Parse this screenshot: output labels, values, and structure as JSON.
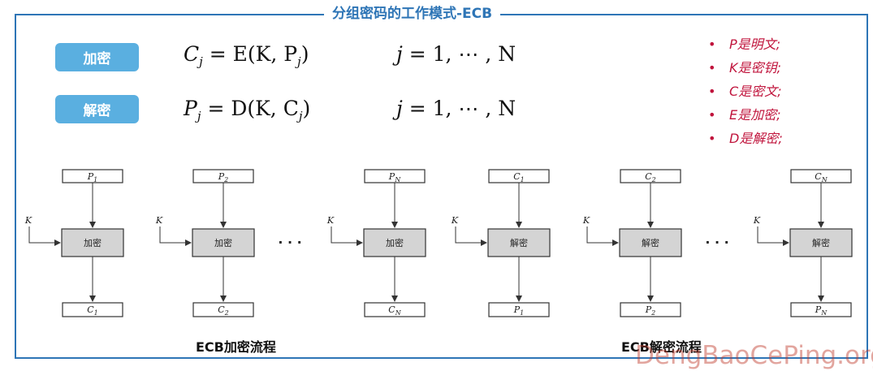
{
  "title": "分组密码的工作模式-ECB",
  "encrypt": {
    "label": "加密",
    "formula_lhs": "C",
    "lhs_sub": "j",
    "formula_rhs": "= E(K, P",
    "rhs_sub": "j",
    "formula_tail": ")",
    "range_var": "j",
    "range": "= 1, ⋯ , N"
  },
  "decrypt": {
    "label": "解密",
    "formula_lhs": "P",
    "lhs_sub": "j",
    "formula_rhs": "= D(K, C",
    "rhs_sub": "j",
    "formula_tail": ")",
    "range_var": "j",
    "range": "= 1, ⋯ , N"
  },
  "notes": [
    "P是明文;",
    "K是密钥;",
    "C是密文;",
    "E是加密;",
    "D是解密;"
  ],
  "diagram": {
    "key_label": "K",
    "ellipsis": "· · ·",
    "encrypt_flows": [
      {
        "input": "P",
        "input_sub": "1",
        "op": "加密",
        "output": "C",
        "output_sub": "1"
      },
      {
        "input": "P",
        "input_sub": "2",
        "op": "加密",
        "output": "C",
        "output_sub": "2"
      },
      {
        "input": "P",
        "input_sub": "N",
        "op": "加密",
        "output": "C",
        "output_sub": "N"
      }
    ],
    "decrypt_flows": [
      {
        "input": "C",
        "input_sub": "1",
        "op": "解密",
        "output": "P",
        "output_sub": "1"
      },
      {
        "input": "C",
        "input_sub": "2",
        "op": "解密",
        "output": "P",
        "output_sub": "2"
      },
      {
        "input": "C",
        "input_sub": "N",
        "op": "解密",
        "output": "P",
        "output_sub": "N"
      }
    ]
  },
  "captions": {
    "encrypt": "ECB加密流程",
    "decrypt": "ECB解密流程"
  },
  "watermark": "DengBaoCePing.org",
  "colors": {
    "frame": "#2e75b6",
    "pill": "#5aafe0",
    "notes": "#c0143c",
    "watermark": "#c0392b"
  }
}
